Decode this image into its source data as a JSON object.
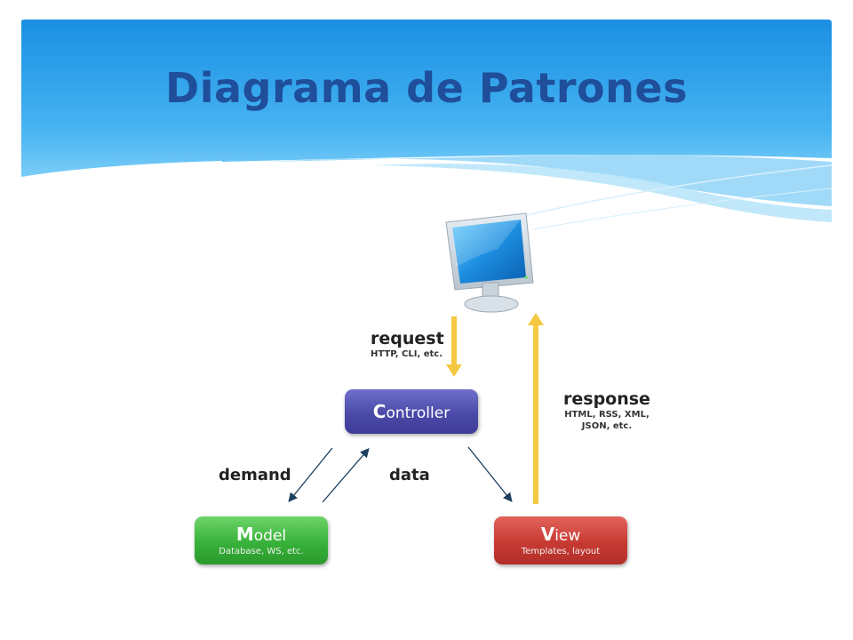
{
  "slide": {
    "title": "Diagrama de Patrones"
  },
  "diagram": {
    "client_icon": "computer-monitor-icon",
    "request": {
      "label": "request",
      "sub": "HTTP, CLI, etc."
    },
    "response": {
      "label": "response",
      "sub_line1": "HTML, RSS, XML,",
      "sub_line2": "JSON, etc."
    },
    "demand_label": "demand",
    "data_label": "data",
    "controller": {
      "initial": "C",
      "rest": "ontroller"
    },
    "model": {
      "initial": "M",
      "rest": "odel",
      "sub": "Database, WS, etc."
    },
    "view": {
      "initial": "V",
      "rest": "iew",
      "sub": "Templates, layout"
    }
  },
  "colors": {
    "title": "#1f4e9a",
    "banner": "#2f9be6",
    "controller": "#4b4aa8",
    "model": "#38b23a",
    "view": "#c83a33",
    "arrow_yellow": "#f5c842"
  }
}
